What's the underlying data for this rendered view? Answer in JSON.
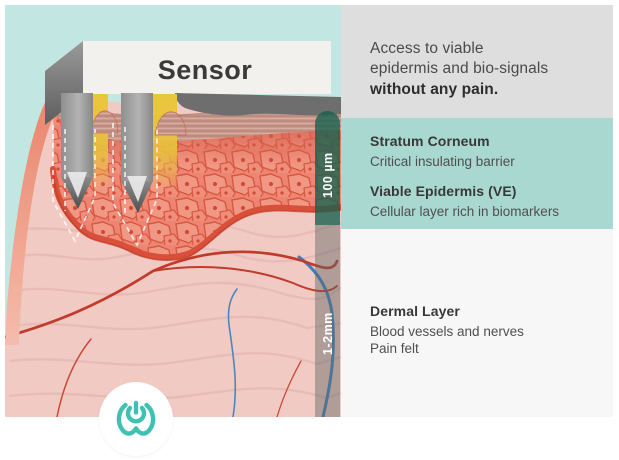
{
  "illustration": {
    "background_color": "#c2e6e2",
    "sensor": {
      "label": "Sensor",
      "face_color": "#f2f1ee",
      "side_color": "#7c7c7c"
    },
    "needles": {
      "count": 2,
      "shaft_color": "#9c9c9c",
      "chamber_color": "#e9c63a"
    },
    "skin": {
      "epidermis_color": "#ed8572",
      "basal_color": "#d84f3a",
      "dermis_color": "#f2cac4",
      "artery_color": "#c23a2b",
      "vein_color": "#3e7ec0"
    },
    "scale": {
      "upper_label": "100 µm",
      "lower_label": "1-2mm",
      "upper_color": "#166152",
      "lower_color": "#666c6b"
    },
    "logo_color": "#3ec0b2"
  },
  "panel": {
    "intro": {
      "line1": "Access to viable",
      "line2": "epidermis and bio-signals",
      "emphasis": "without any pain.",
      "bg": "#dedede"
    },
    "highlight_bg": "#a9d8d0",
    "sections": [
      {
        "title": "Stratum Corneum",
        "line1": "Critical insulating barrier"
      },
      {
        "title": "Viable Epidermis (VE)",
        "line1": "Cellular layer rich in biomarkers"
      },
      {
        "title": "Dermal Layer",
        "line1": "Blood vessels and nerves",
        "line2": "Pain felt"
      }
    ]
  }
}
